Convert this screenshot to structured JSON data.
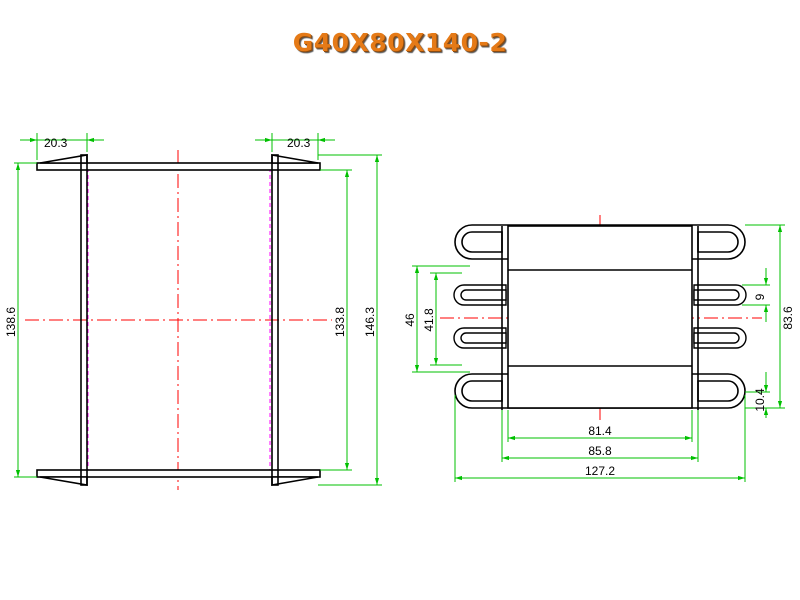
{
  "title": "G40X80X140-2",
  "colors": {
    "outline": "#000000",
    "dimension": "#00c000",
    "centerline": "#ff0000",
    "hidden": "#ff00ff",
    "title": "#e57a17"
  },
  "front_view": {
    "dims": {
      "left_flange_width": "20.3",
      "right_flange_width": "20.3",
      "height_outer": "138.6",
      "height_inner": "133.8",
      "height_overall": "146.3"
    }
  },
  "side_view": {
    "dims": {
      "width_inner": "81.4",
      "width_mid": "85.8",
      "width_overall": "127.2",
      "height_46": "46",
      "height_41_8": "41.8",
      "pin_pitch": "9",
      "height_overall": "83.6",
      "slot_10_4": "10.4"
    }
  }
}
